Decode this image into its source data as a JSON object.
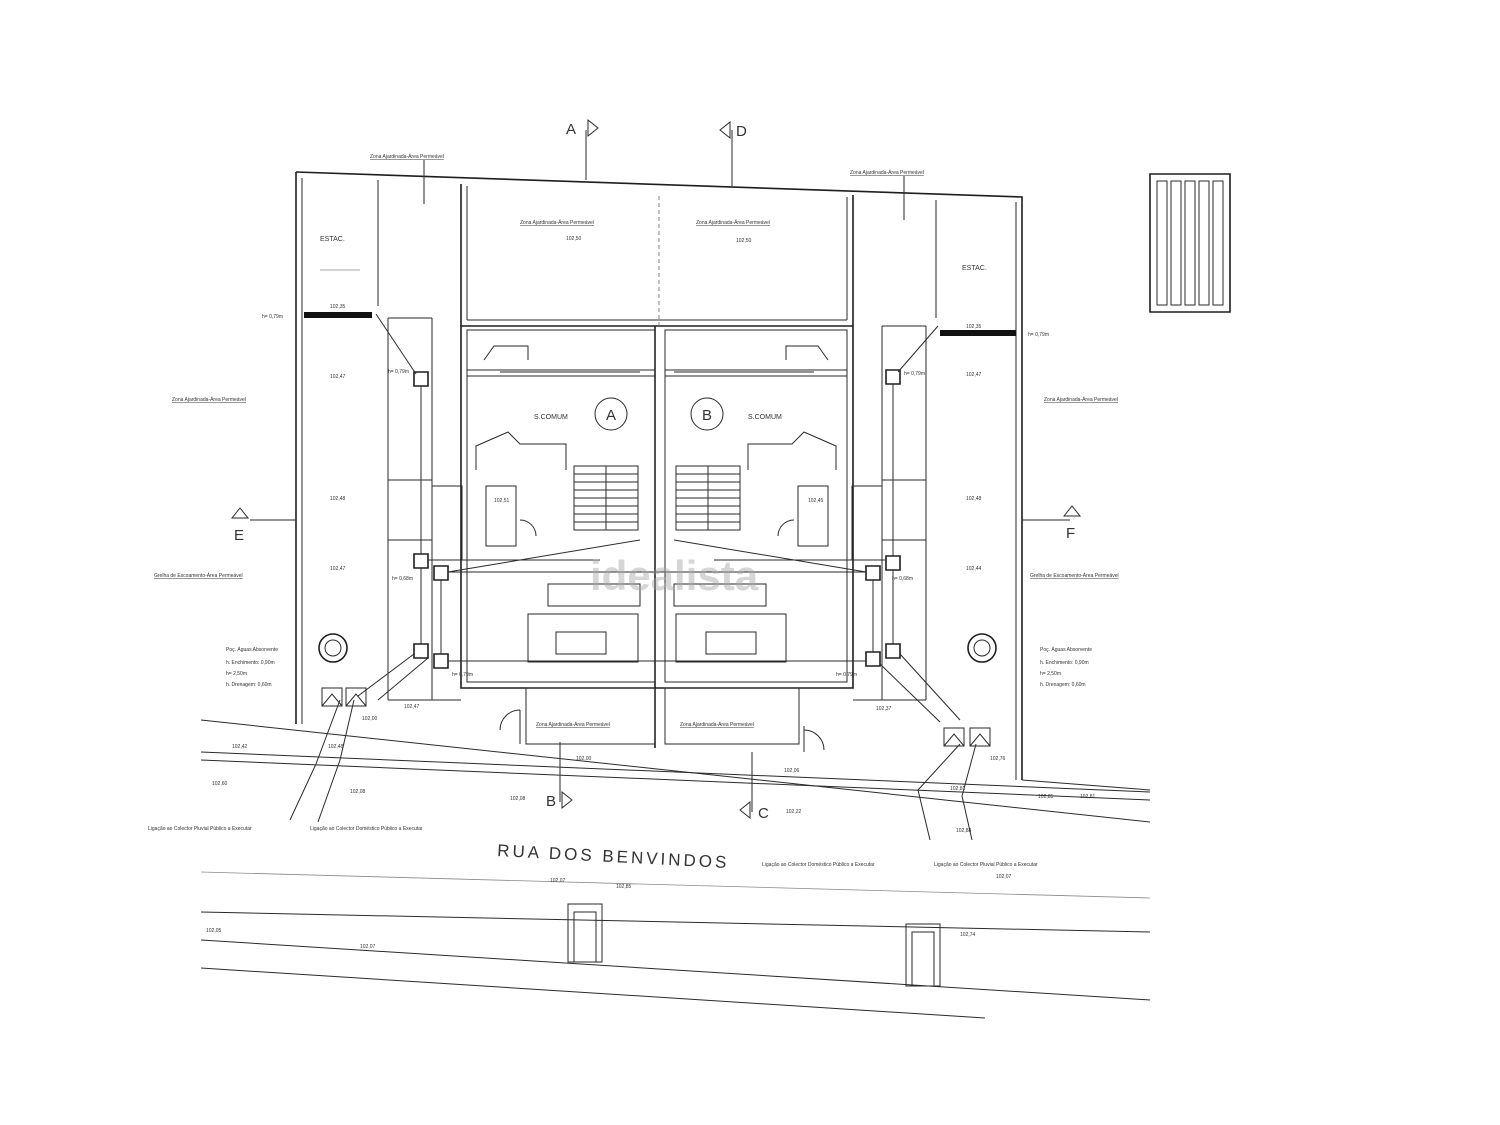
{
  "street": {
    "name": "RUA DOS BENVINDOS"
  },
  "sections": {
    "a": "A",
    "b": "B",
    "c": "C",
    "d": "D",
    "e": "E",
    "f": "F"
  },
  "units": {
    "left": "A",
    "right": "B"
  },
  "rooms": {
    "estac_left": "ESTAC.",
    "estac_right": "ESTAC.",
    "s_comum_left": "S.COMUM",
    "s_comum_right": "S.COMUM"
  },
  "notes": {
    "zona_top_left": "Zona Ajardinada-Área Permeável",
    "zona_top_right": "Zona Ajardinada-Área Permeável",
    "zona_mid_left": "Zona Ajardinada-Área Permeável",
    "zona_mid_right": "Zona Ajardinada-Área Permeável",
    "zona_side_left": "Zona Ajardinada-Área Permeável",
    "zona_side_right": "Zona Ajardinada-Área Permeável",
    "zona_bottom_left": "Zona Ajardinada-Área Permeável",
    "zona_bottom_right": "Zona Ajardinada-Área Permeável",
    "grelha_left": "Grelha de Escoamento-Área Permeável",
    "grelha_right": "Grelha de Escoamento-Área Permeável",
    "ligacao_pluvial_left": "Ligação ao Colector Pluvial Público a Executar",
    "ligacao_domestico_left": "Ligação ao Colector Doméstico Público a Executar",
    "ligacao_domestico_right": "Ligação ao Colector Doméstico Público a Executar",
    "ligacao_pluvial_right": "Ligação ao Colector Pluvial Público a Executar"
  },
  "poco_left": {
    "title": "Poç. Águas Absorvente",
    "line1": "h. Enchimento: 0,90m",
    "line2": "h= 2,50m",
    "line3": "h. Drenagem: 0,60m"
  },
  "poco_right": {
    "title": "Poç. Águas Absorvente",
    "line1": "h. Enchimento: 0,90m",
    "line2": "h= 2,50m",
    "line3": "h. Drenagem: 0,60m"
  },
  "levels": {
    "l01": "102,50",
    "l02": "102,50",
    "l03": "102,35",
    "l04": "102,35",
    "l05": "102,47",
    "l06": "102,47",
    "l07": "102,48",
    "l08": "102,48",
    "l09": "102,47",
    "l10": "102,44",
    "l11": "102,51",
    "l12": "102,45",
    "l13": "102,47",
    "l14": "102,37",
    "l15": "102,00",
    "l16": "102,42",
    "l17": "102,48",
    "l18": "102,60",
    "l19": "102,08",
    "l20": "102,08",
    "l21": "102,00",
    "l22": "102,06",
    "l23": "102,22",
    "l24": "102,76",
    "l25": "102,81",
    "l26": "102,88",
    "l27": "102,85",
    "l28": "102,81",
    "l29": "102,07",
    "l30": "102,07",
    "l31": "102,85",
    "l32": "102,05",
    "l33": "102,07",
    "l34": "102,74"
  },
  "dims": {
    "d01": "h= 0,79m",
    "d02": "h= 0,79m",
    "d03": "h= 0,79m",
    "d04": "h= 0,79m",
    "d05": "h= 0,68m",
    "d06": "h= 0,68m",
    "d07": "h= 0,79m",
    "d08": "h= 0,79m"
  },
  "watermark": "idealista"
}
